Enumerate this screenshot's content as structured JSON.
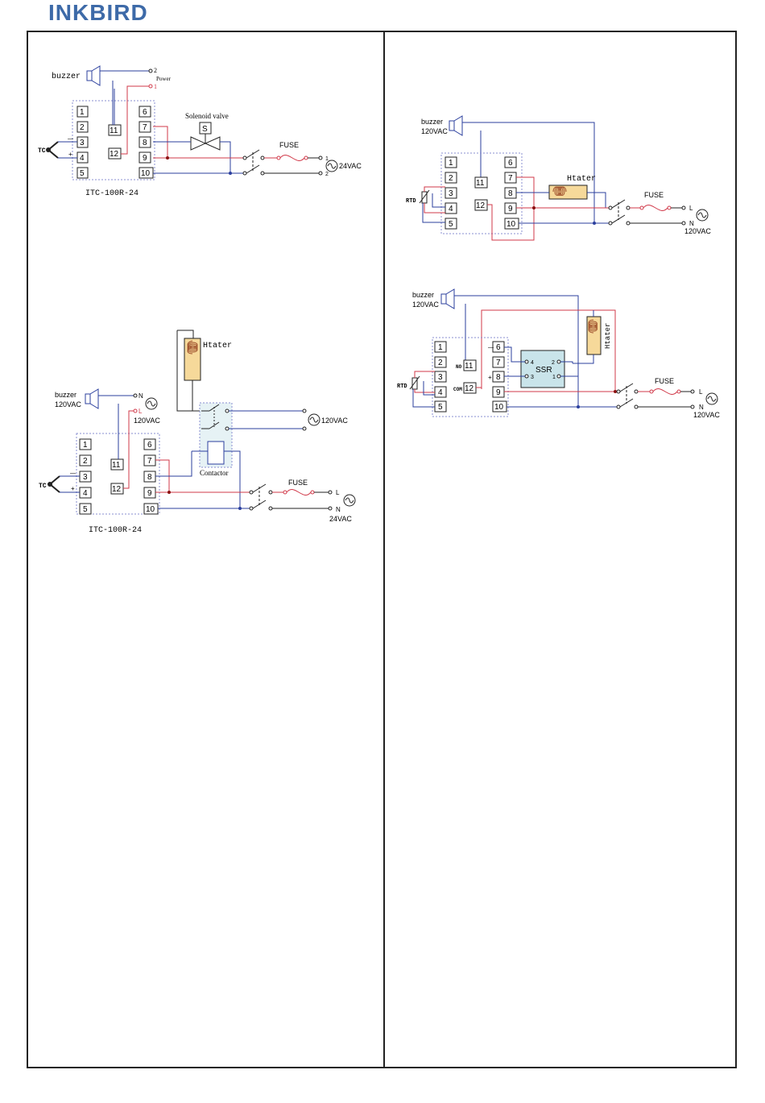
{
  "header": {
    "logo_text": "INKBIRD",
    "brand_color": "#3d6aa8"
  },
  "colors": {
    "wire_blue": "#2b3f9e",
    "wire_red": "#d13a4a",
    "heater_fill": "#f6d99a",
    "ssr_fill": "#c9e4ea",
    "box_dash": "#8a8fd0"
  },
  "diagram1": {
    "buzzer": "buzzer",
    "power_2": "2",
    "power_label": "Power",
    "power_1": "1",
    "valve_label": "Solenoid valve",
    "valve_symbol": "S",
    "fuse": "FUSE",
    "supply_1": "1",
    "supply_2": "2",
    "voltage": "24VAC",
    "sensor": "TC",
    "minus": "—",
    "plus": "+",
    "model": "ITC-100R-24",
    "terminals": [
      "1",
      "2",
      "3",
      "4",
      "5",
      "6",
      "7",
      "8",
      "9",
      "10",
      "11",
      "12"
    ]
  },
  "diagram2": {
    "buzzer": "buzzer",
    "buzzer_voltage": "120VAC",
    "n": "N",
    "l": "L",
    "l_voltage": "120VAC",
    "heater": "Htater",
    "heater_voltage": "120VAC",
    "contactor": "Contactor",
    "fuse": "FUSE",
    "supply_l": "L",
    "supply_n": "N",
    "supply_voltage": "24VAC",
    "sensor": "TC",
    "minus": "—",
    "plus": "+",
    "model": "ITC-100R-24",
    "terminals": [
      "1",
      "2",
      "3",
      "4",
      "5",
      "6",
      "7",
      "8",
      "9",
      "10",
      "11",
      "12"
    ]
  },
  "diagram3": {
    "buzzer": "buzzer",
    "buzzer_voltage": "120VAC",
    "heater": "Htater",
    "fuse": "FUSE",
    "supply_l": "L",
    "supply_n": "N",
    "supply_voltage": "120VAC",
    "sensor": "RTD",
    "terminals": [
      "1",
      "2",
      "3",
      "4",
      "5",
      "6",
      "7",
      "8",
      "9",
      "10",
      "11",
      "12"
    ]
  },
  "diagram4": {
    "buzzer": "buzzer",
    "buzzer_voltage": "120VAC",
    "heater": "Htater",
    "no": "NO",
    "com": "COM",
    "ssr": "SSR",
    "ssr_4": "4",
    "ssr_3": "3",
    "ssr_2": "2",
    "ssr_1": "1",
    "minus": "—",
    "plus": "+",
    "fuse": "FUSE",
    "supply_l": "L",
    "supply_n": "N",
    "supply_voltage": "120VAC",
    "sensor": "RTD",
    "terminals": [
      "1",
      "2",
      "3",
      "4",
      "5",
      "6",
      "7",
      "8",
      "9",
      "10",
      "11",
      "12"
    ]
  }
}
